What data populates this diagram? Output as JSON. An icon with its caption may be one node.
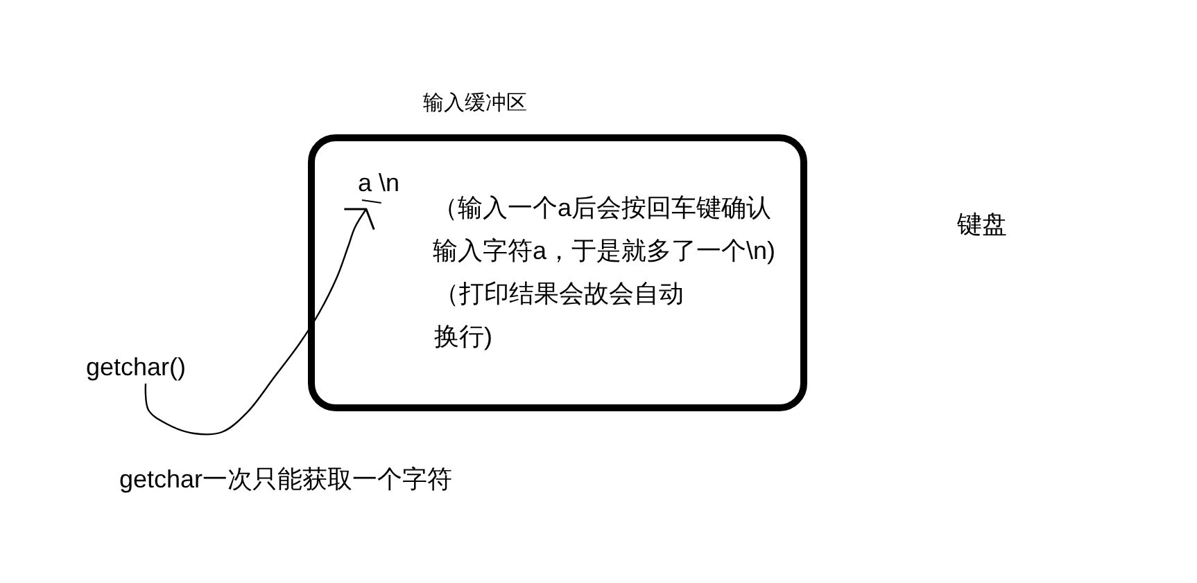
{
  "diagram": {
    "nodes": [
      {
        "text": [
          "输入缓冲区",
          "（输入一个a后会按回车键确认输入字符a，于是就多了一个\\n)",
          "（打印结果会故会自动换行)"
        ]
      },
      {
        "text": [
          "a \\n"
        ],
        "in": 0
      },
      {
        "text": [
          "getchar()"
        ]
      }
    ],
    "edges": [
      {
        "from": 2,
        "to": 1,
        "arrow": "to"
      }
    ],
    "labels": [
      "键盘",
      "getchar一次只能获取一个字符"
    ]
  }
}
